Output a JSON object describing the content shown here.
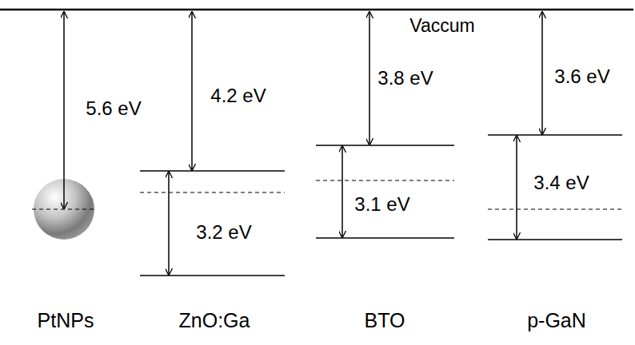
{
  "diagram": {
    "labels": [
      "Vaccum",
      "5.6 eV",
      "4.2 eV",
      "3.8 eV",
      "3.6 eV",
      "3.2 eV",
      "3.1 eV",
      "3.4 eV",
      "PtNPs",
      "ZnO:Ga",
      "BTO",
      "p-GaN"
    ]
  }
}
